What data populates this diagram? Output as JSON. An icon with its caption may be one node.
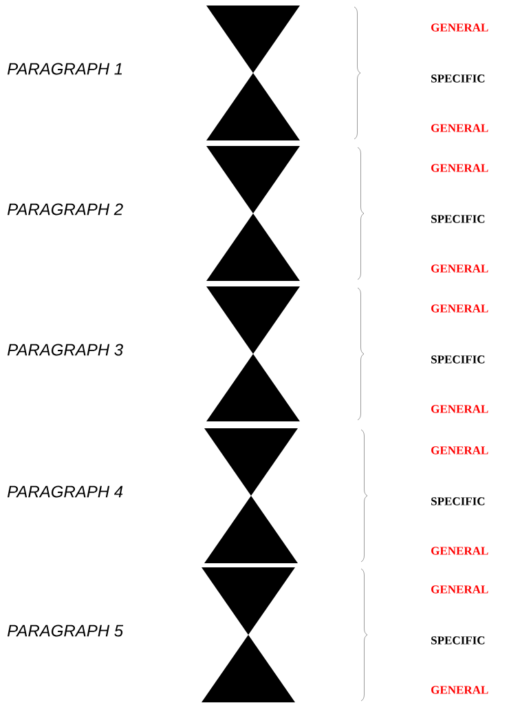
{
  "diagram": {
    "labels": [
      "PARAGRAPH 1",
      "GENERAL",
      "SPECIFIC",
      "GENERAL",
      "PARAGRAPH 2",
      "GENERAL",
      "SPECIFIC",
      "GENERAL",
      "PARAGRAPH 3",
      "GENERAL",
      "SPECIFIC",
      "GENERAL",
      "PARAGRAPH 4",
      "GENERAL",
      "SPECIFIC",
      "GENERAL",
      "PARAGRAPH 5",
      "GENERAL",
      "SPECIFIC",
      "GENERAL"
    ]
  }
}
